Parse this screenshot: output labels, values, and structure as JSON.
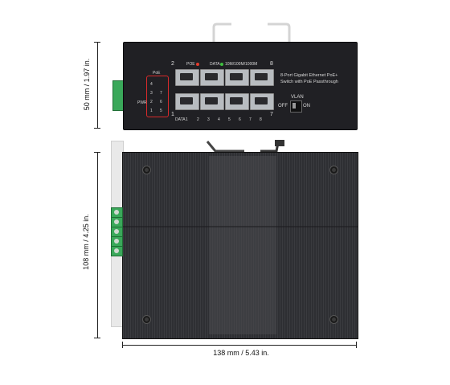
{
  "dimensions": {
    "height_front": "50 mm / 1.97 in.",
    "height_body": "108 mm / 4.25 in.",
    "width": "138 mm / 5.43 in."
  },
  "front_panel": {
    "port_numbers_top": [
      "2",
      "8"
    ],
    "port_numbers_bottom": [
      "1",
      "7"
    ],
    "poe_label": "POE",
    "data_label": "DATA",
    "speed_label": "10M/100M/1000M",
    "product_line1": "8-Port Gigabit Ethernet PoE+",
    "product_line2": "Switch with PoE Passthrough",
    "vlan_label": "VLAN",
    "off_label": "OFF",
    "on_label": "ON",
    "pwr_label": "PWR",
    "poe_box_label": "PoE",
    "poe_box_numbers": [
      "4",
      "3",
      "2",
      "1",
      "7",
      "6",
      "5"
    ],
    "data_row_label": "DATA",
    "data_row_numbers": [
      "1",
      "2",
      "3",
      "4",
      "5",
      "6",
      "7",
      "8"
    ]
  },
  "colors": {
    "switch_body": "#2b2c2f",
    "front_panel": "#202024",
    "terminal_block": "#3aa85a",
    "poe_led": "#e53b2c",
    "data_led": "#3fbf3f",
    "poe_box_outline": "#d82a2a"
  }
}
